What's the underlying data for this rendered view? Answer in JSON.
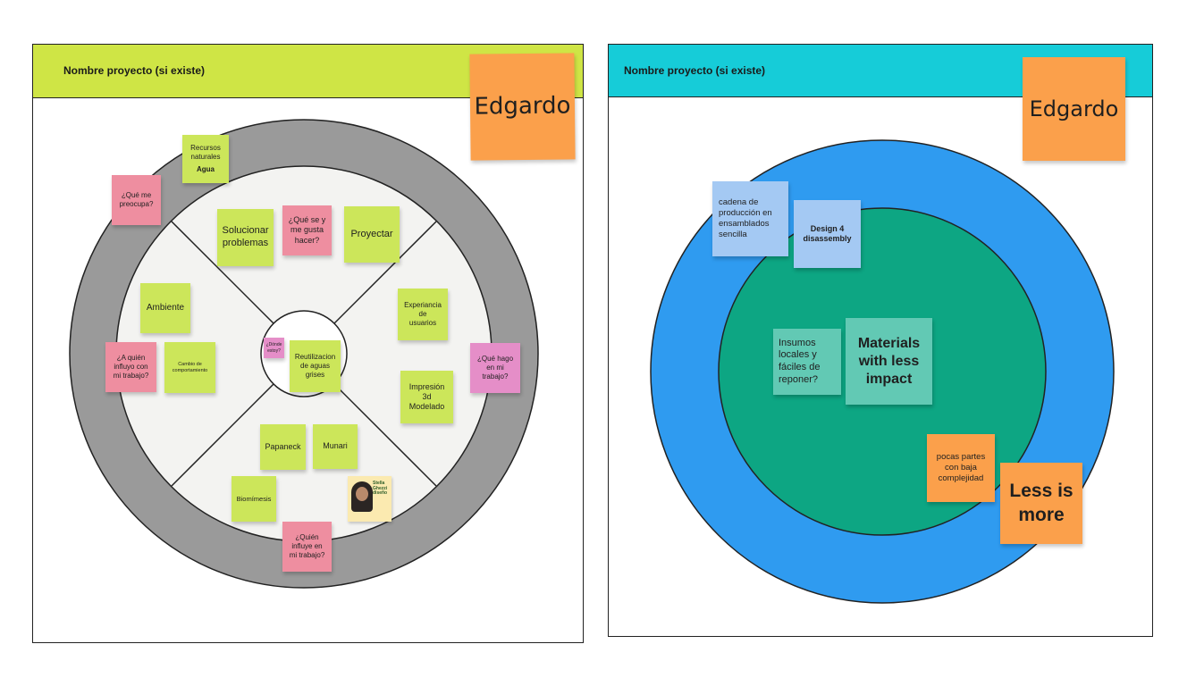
{
  "colors": {
    "left_header": "#cfe545",
    "right_header": "#16ccd8",
    "outer_ring_gray": "#9a9a9a",
    "inner_circle": "#f3f3f1",
    "outer_ring_blue": "#2f9bf0",
    "inner_circle_green": "#0da683",
    "note_yellow": "#cce65a",
    "note_pink": "#ee8ea0",
    "note_orange": "#fba04b",
    "note_blue": "#a4c9f3",
    "note_teal": "#62c9b4"
  },
  "left_board": {
    "title": "Nombre proyecto (si existe)",
    "owner_note": "Edgardo",
    "notes": {
      "recursos": "Recursos\nnaturales",
      "agua": "Agua",
      "que_me_preocupa": "¿Qué me\npreocupa?",
      "solucionar": "Solucionar\nproblemas",
      "que_se": "¿Qué se y\nme gusta\nhacer?",
      "proyectar": "Proyectar",
      "ambiente": "Ambiente",
      "experiencia": "Experiancia\nde\nusuarios",
      "a_quien": "¿A quién\ninfluyo con\nmi trabajo?",
      "cambio": "Cambio de\ncomportamiento",
      "donde_estoy": "¿Dónde\nestoy?",
      "reutilizacion": "Reutilizacion\nde aguas\ngrises",
      "que_hago": "¿Qué hago\nen mi\ntrabajo?",
      "impresion": "Impresión\n3d\nModelado",
      "papaneck": "Papaneck",
      "munari": "Munari",
      "biomimesis": "Biomímesis",
      "quien_influye": "¿Quién\ninfluye en\nmi trabajo?"
    },
    "photo_caption": "Stella\nGhezzi\ndiseño"
  },
  "right_board": {
    "title": "Nombre proyecto (si existe)",
    "owner_note": "Edgardo",
    "notes": {
      "cadena": "cadena de\nproducción en\nensamblados\nsencilla",
      "design4": "Design 4\ndisassembly",
      "insumos": "Insumos\nlocales y\nfáciles de\nreponer?",
      "materials": "Materials\nwith less\nimpact",
      "pocas_partes": "pocas partes\ncon baja\ncomplejidad",
      "less_is_more": "Less is\nmore"
    }
  }
}
